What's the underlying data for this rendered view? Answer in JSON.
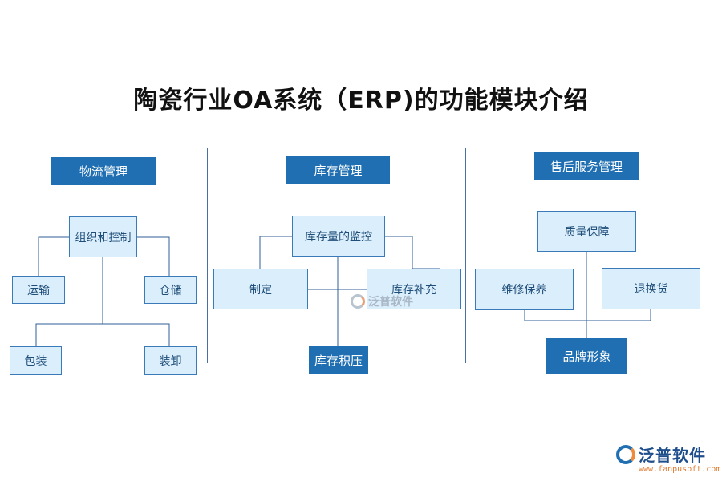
{
  "title": "陶瓷行业OA系统（ERP)的功能模块介绍",
  "sections": {
    "logistics": {
      "header": "物流管理",
      "center": "组织和控制",
      "items": [
        "运输",
        "仓储",
        "包装",
        "装卸"
      ]
    },
    "inventory": {
      "header": "库存管理",
      "center": "库存量的监控",
      "items": [
        "制定",
        "库存补充",
        "库存积压"
      ]
    },
    "aftersales": {
      "header": "售后服务管理",
      "center": "质量保障",
      "items": [
        "维修保养",
        "退换货",
        "品牌形象"
      ]
    }
  },
  "watermark": {
    "text": "泛普软件"
  },
  "brand": {
    "name": "泛普软件",
    "url": "www.fanpusoft.com"
  },
  "colors": {
    "dark_box": "#1f6fb2",
    "light_box": "#dbeefb",
    "border": "#3a7ab8"
  }
}
